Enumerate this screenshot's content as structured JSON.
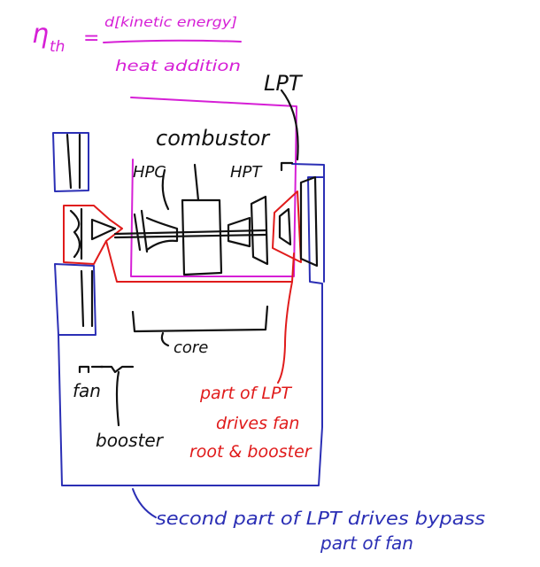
{
  "colors": {
    "black": "#111111",
    "blue": "#2b2fb5",
    "red": "#e01b1b",
    "magenta": "#d61fd6"
  },
  "equation": {
    "symbol": "η",
    "subscript": "th",
    "equals": "=",
    "numerator": "d[kinetic energy]",
    "denominator": "heat addition"
  },
  "labels": {
    "lpt": "LPT",
    "combustor": "combustor",
    "hpc": "HPC",
    "hpt": "HPT",
    "core": "core",
    "fan": "fan",
    "booster": "booster"
  },
  "red_note": {
    "line1": "part of LPT",
    "line2": "drives fan",
    "line3": "root & booster"
  },
  "blue_note": {
    "line1": "second part of LPT drives bypass",
    "line2": "part of fan"
  }
}
